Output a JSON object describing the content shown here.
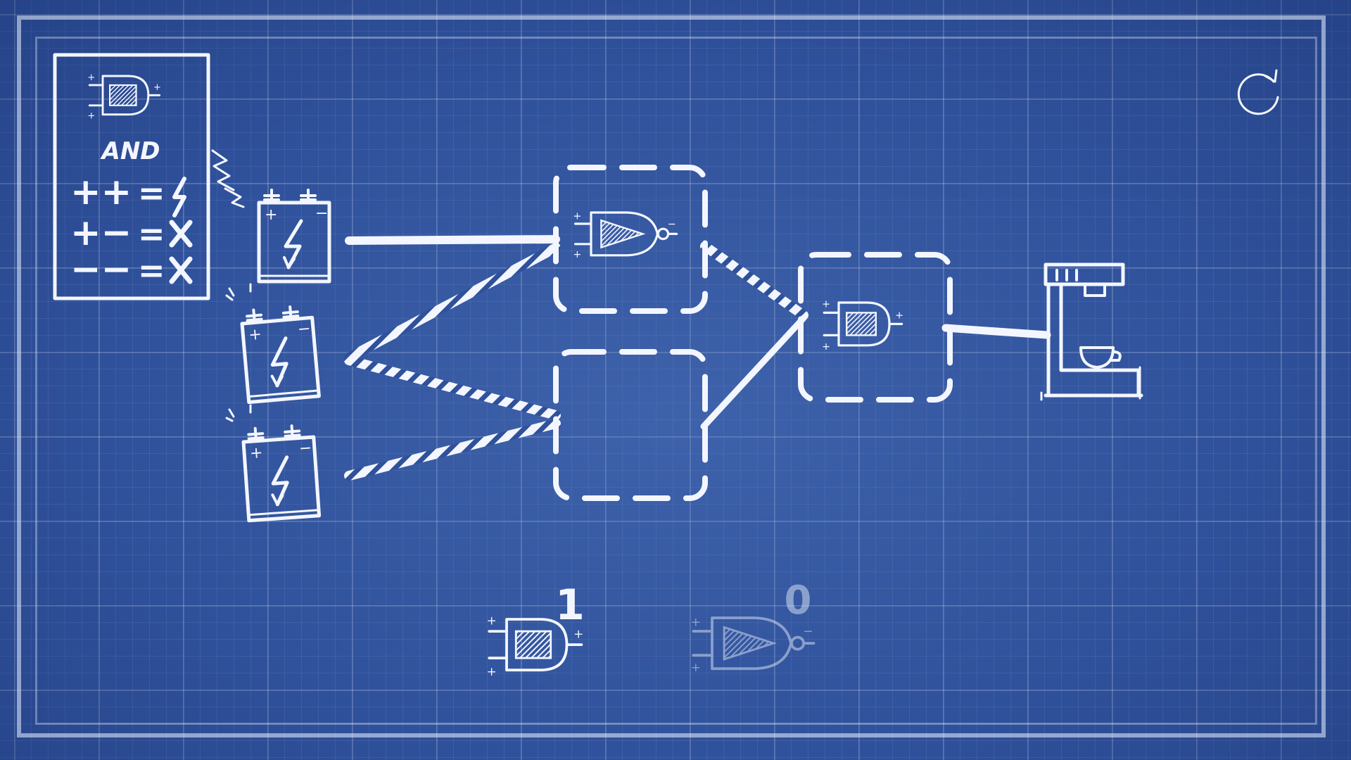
{
  "rule_card": {
    "gate_name": "AND",
    "rules": [
      {
        "inputs": "++",
        "equals": "=",
        "result_icon": "bolt-icon"
      },
      {
        "inputs": "+−",
        "equals": "=",
        "result_icon": "x-icon"
      },
      {
        "inputs": "−−",
        "equals": "=",
        "result_icon": "x-icon"
      }
    ]
  },
  "batteries": [
    {
      "id": "battery-1",
      "polarity_top": "+",
      "polarity_bottom": "−",
      "icon": "bolt-icon"
    },
    {
      "id": "battery-2",
      "polarity_top": "+",
      "polarity_bottom": "−",
      "icon": "bolt-icon"
    },
    {
      "id": "battery-3",
      "polarity_top": "+",
      "polarity_bottom": "−",
      "icon": "bolt-icon"
    }
  ],
  "slots": [
    {
      "id": "slot-top",
      "gate": "NAND"
    },
    {
      "id": "slot-bottom",
      "gate": ""
    },
    {
      "id": "slot-right",
      "gate": "AND"
    }
  ],
  "inventory": [
    {
      "gate": "AND",
      "count": "1",
      "available": true
    },
    {
      "gate": "NAND",
      "count": "0",
      "available": false
    }
  ],
  "output_device": "coffee-machine-icon",
  "controls": {
    "restart_icon": "restart-icon"
  },
  "colors": {
    "background": "#2f519b",
    "chalk": "#f3f6ff"
  }
}
